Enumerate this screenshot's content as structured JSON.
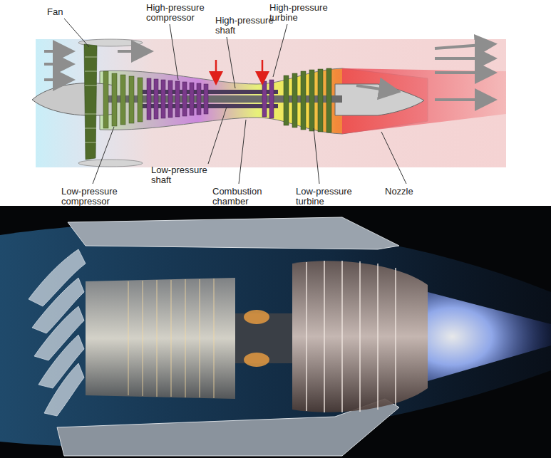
{
  "diagram": {
    "labels": [
      "Fan",
      "High-pressure compressor",
      "High-pressure turbine",
      "High-pressure shaft",
      "Low-pressure shaft",
      "Combustion chamber",
      "Low-pressure compressor",
      "Low-pressure turbine",
      "Nozzle"
    ]
  }
}
